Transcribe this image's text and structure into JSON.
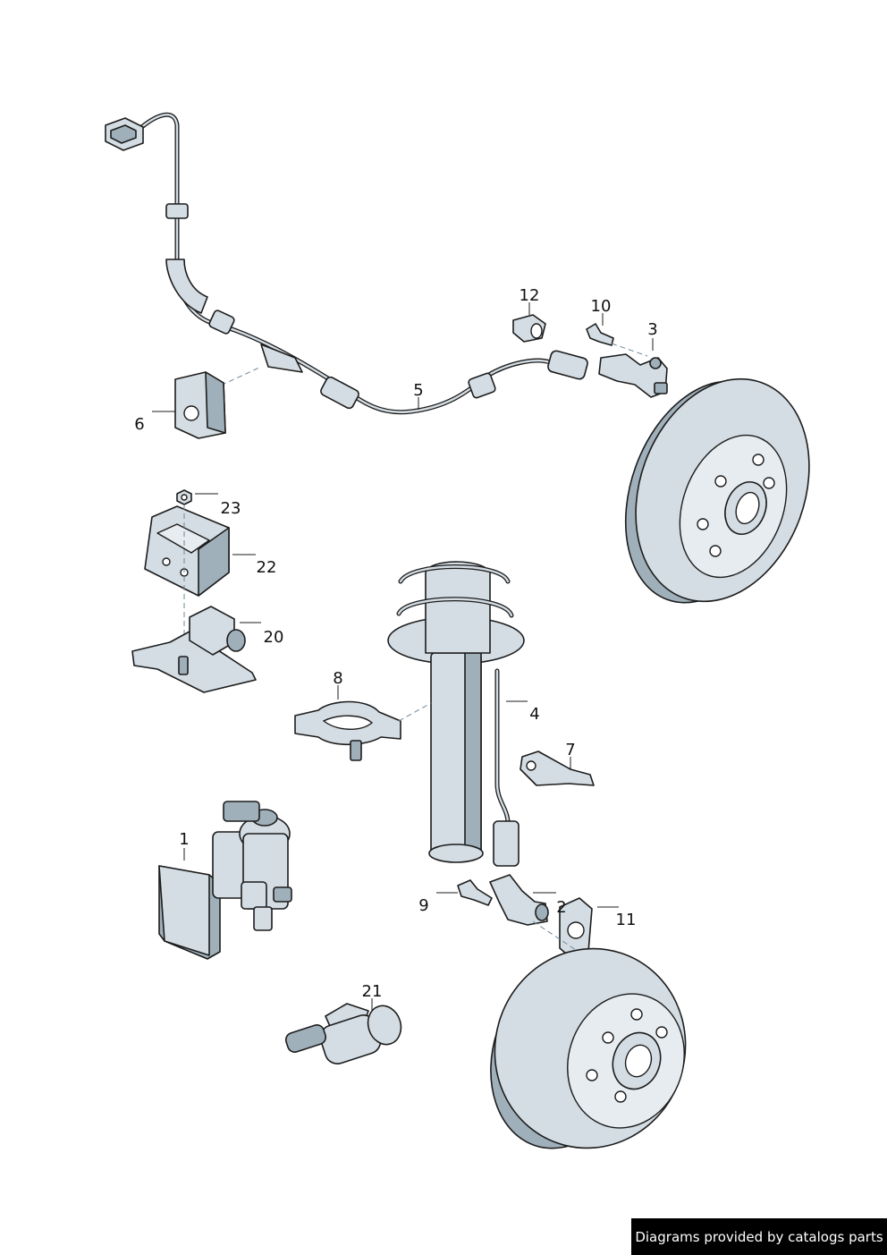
{
  "callouts": [
    "1",
    "2",
    "3",
    "4",
    "5",
    "6",
    "7",
    "8",
    "9",
    "10",
    "11",
    "12",
    "20",
    "21",
    "22",
    "23"
  ],
  "credit": "Diagrams provided by catalogs parts",
  "colors": {
    "part_fill": "#d4dde3",
    "part_shadow": "#9fb0ba",
    "outline": "#1c1c1c",
    "axis_line": "#6f8898",
    "badge_bg": "#000000",
    "badge_text": "#ffffff"
  }
}
